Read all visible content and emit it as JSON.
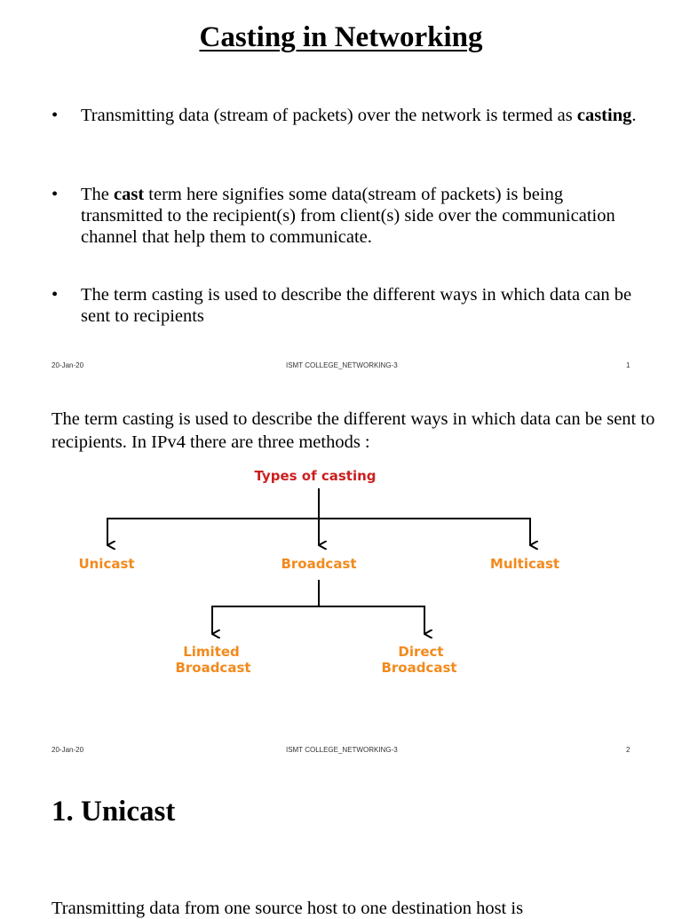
{
  "slide1": {
    "title": "Casting in Networking",
    "bullets": [
      {
        "pre": "Transmitting data (stream of packets) over the network is termed as ",
        "bold": "casting",
        "post": "."
      },
      {
        "pre": "The ",
        "bold": "cast",
        "post": " term here signifies some data(stream of packets) is being transmitted to the recipient(s) from client(s) side over the communication channel that help them to communicate."
      },
      {
        "pre": "The term casting is used to describe the different ways in which data can be sent to recipients",
        "bold": "",
        "post": ""
      }
    ],
    "bullet_char": "•",
    "footer": {
      "date": "20-Jan-20",
      "center": "ISMT COLLEGE_NETWORKING-3",
      "page": "1"
    }
  },
  "slide2": {
    "paragraph": "The term casting is used to describe the different ways in which data can be sent to recipients. In IPv4 there are three methods :",
    "diagram": {
      "root": "Types of casting",
      "children": [
        "Unicast",
        "Broadcast",
        "Multicast"
      ],
      "broadcast_children": [
        {
          "line1": "Limited",
          "line2": "Broadcast"
        },
        {
          "line1": "Direct",
          "line2": "Broadcast"
        }
      ],
      "colors": {
        "root": "#cc1f1f",
        "node": "#f28a1e",
        "line": "#000000"
      }
    },
    "footer": {
      "date": "20-Jan-20",
      "center": "ISMT COLLEGE_NETWORKING-3",
      "page": "2"
    }
  },
  "slide3": {
    "heading": "1.  Unicast",
    "partial_text": "Transmitting data from one source host to one destination host is"
  }
}
